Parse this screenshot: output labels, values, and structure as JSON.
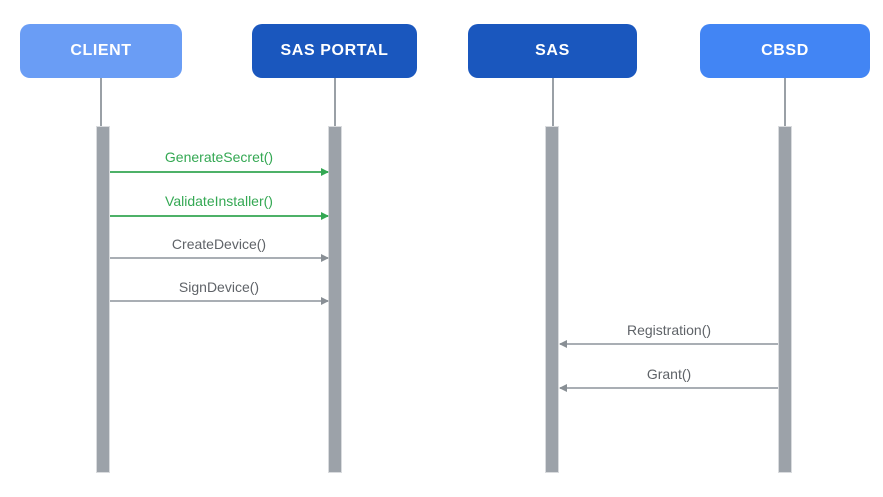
{
  "diagram": {
    "type": "sequence",
    "actors": [
      {
        "id": "client",
        "label": "CLIENT",
        "fill": "#6A9DF5"
      },
      {
        "id": "sas-portal",
        "label": "SAS PORTAL",
        "fill": "#1A57BE"
      },
      {
        "id": "sas",
        "label": "SAS",
        "fill": "#1A57BE"
      },
      {
        "id": "cbsd",
        "label": "CBSD",
        "fill": "#4285F4"
      }
    ],
    "messages": [
      {
        "label": "GenerateSecret()",
        "from": "CLIENT",
        "to": "SAS PORTAL",
        "direction": "right",
        "color": "#34A853"
      },
      {
        "label": "ValidateInstaller()",
        "from": "CLIENT",
        "to": "SAS PORTAL",
        "direction": "right",
        "color": "#34A853"
      },
      {
        "label": "CreateDevice()",
        "from": "CLIENT",
        "to": "SAS PORTAL",
        "direction": "right",
        "color": "#5F6368"
      },
      {
        "label": "SignDevice()",
        "from": "CLIENT",
        "to": "SAS PORTAL",
        "direction": "right",
        "color": "#5F6368"
      },
      {
        "label": "Registration()",
        "from": "CBSD",
        "to": "SAS",
        "direction": "left",
        "color": "#5F6368"
      },
      {
        "label": "Grant()",
        "from": "CBSD",
        "to": "SAS",
        "direction": "left",
        "color": "#5F6368"
      }
    ],
    "colors": {
      "light_blue": "#6A9DF5",
      "dark_blue": "#1A57BE",
      "medium_blue": "#4285F4",
      "green_text": "#34A853",
      "green_line": "#4DB168",
      "gray_text": "#5F6368",
      "gray_line": "#A9AEB4",
      "bar_fill": "#9CA2A9",
      "bar_border": "#D9DBDE",
      "header_text": "#FFFFFF"
    }
  }
}
